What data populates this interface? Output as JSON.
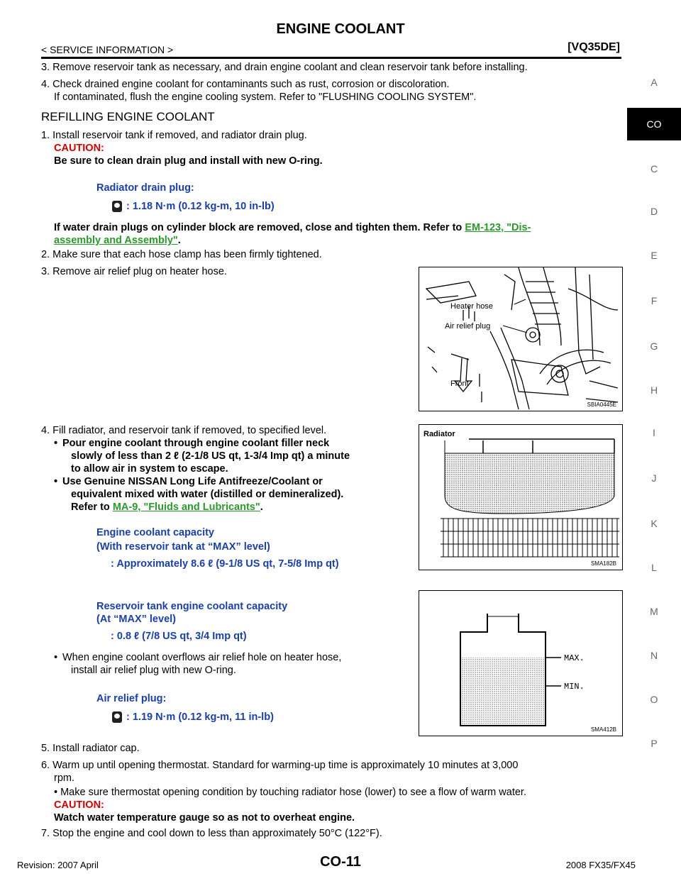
{
  "header": {
    "title": "ENGINE COOLANT",
    "section": "< SERVICE INFORMATION >",
    "engine": "[VQ35DE]"
  },
  "steps_top": [
    "3. Remove reservoir tank as necessary, and drain engine coolant and clean reservoir tank before installing.",
    "4. Check drained engine coolant for contaminants such as rust, corrosion or discoloration.",
    "If contaminated, flush the engine cooling system. Refer to \"FLUSHING COOLING SYSTEM\"."
  ],
  "refill_heading": "REFILLING ENGINE COOLANT",
  "step1": {
    "text": "1. Install reservoir tank if removed, and radiator drain plug.",
    "caution_label": "CAUTION:",
    "caution_text": "Be sure to clean drain plug and install with new O-ring.",
    "spec_label": "Radiator drain plug:",
    "spec_value": ": 1.18 N·m (0.12 kg-m, 10 in-lb)",
    "note_text": "If water drain plugs on cylinder block are removed, close and tighten them. Refer to ",
    "note_link_a": "EM-123, \"Dis-",
    "note_link_b": "assembly and Assembly\"",
    "note_end": "."
  },
  "step2": "2. Make sure that each hose clamp has been firmly tightened.",
  "step3": "3. Remove air relief plug on heater hose.",
  "figure1": {
    "label_hose": "Heater hose",
    "label_plug": "Air relief plug",
    "label_front": "Front",
    "id": "SBIA0445E"
  },
  "step4": {
    "text": "4. Fill radiator, and reservoir tank if removed, to specified level.",
    "b1_l1": "Pour engine coolant through engine coolant filler neck",
    "b1_l2": "slowly of less than 2 ℓ (2-1/8 US qt, 1-3/4 Imp qt) a minute",
    "b1_l3": "to allow air in system to escape.",
    "b2_l1": "Use Genuine NISSAN Long Life Antifreeze/Coolant or",
    "b2_l2": "equivalent mixed with water (distilled or demineralized).",
    "b2_l3": "Refer to ",
    "b2_link": "MA-9, \"Fluids and Lubricants\"",
    "b2_end": "."
  },
  "capacity": {
    "l1": "Engine coolant capacity",
    "l2": "(With reservoir tank at “MAX” level)",
    "l3": ": Approximately 8.6 ℓ (9-1/8 US qt, 7-5/8 Imp qt)",
    "r1": "Reservoir tank engine coolant capacity",
    "r2": "(At “MAX” level)",
    "r3": ": 0.8 ℓ (7/8 US qt, 3/4 Imp qt)"
  },
  "figure2": {
    "label": "Radiator",
    "id": "SMA182B"
  },
  "figure3": {
    "label_max": "MAX.",
    "label_min": "MIN.",
    "id": "SMA412B"
  },
  "overflow": {
    "l1": "When engine coolant overflows air relief hole on heater hose,",
    "l2": "install air relief plug with new O-ring."
  },
  "air_plug": {
    "label": "Air relief plug:",
    "value": ": 1.19 N·m (0.12 kg-m, 11 in-lb)"
  },
  "step5": "5. Install radiator cap.",
  "step6": {
    "l1": "6. Warm up until opening thermostat. Standard for warming-up time is approximately 10 minutes at 3,000",
    "l2": "rpm.",
    "l3": "• Make sure thermostat opening condition by touching radiator hose (lower) to see a flow of warm water.",
    "caution_label": "CAUTION:",
    "caution_text": "Watch water temperature gauge so as not to overheat engine."
  },
  "step7": "7. Stop the engine and cool down to less than approximately 50°C (122°F).",
  "tabs": [
    "A",
    "CO",
    "C",
    "D",
    "E",
    "F",
    "G",
    "H",
    "I",
    "J",
    "K",
    "L",
    "M",
    "N",
    "O",
    "P"
  ],
  "footer": {
    "revision": "Revision: 2007 April",
    "page": "CO-11",
    "model": "2008 FX35/FX45"
  }
}
